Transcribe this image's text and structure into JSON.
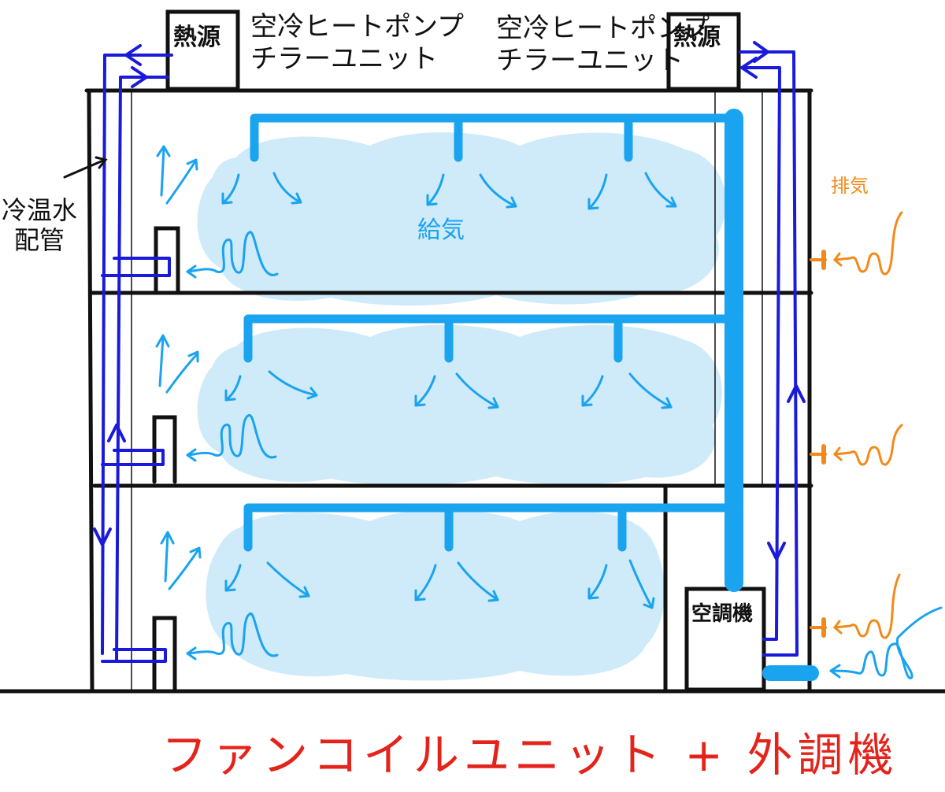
{
  "labels": {
    "heat_source_left": "熱源",
    "heat_source_right": "熱源",
    "chiller_left": "空冷ヒートポンプ\nチラーユニット",
    "chiller_right": "空冷ヒートポンプ\nチラーユニット",
    "pipe": "冷温水\n配管",
    "supply_air": "給気",
    "exhaust": "排気",
    "air_handler": "空調機",
    "caption": "ファンコイルユニット + 外調機"
  },
  "colors": {
    "outline": "#111111",
    "water_pipe": "#1a1adb",
    "duct": "#1aa3ef",
    "supply_cloud": "#cfeaf9",
    "exhaust": "#f28a1a",
    "caption": "#e4231b"
  }
}
